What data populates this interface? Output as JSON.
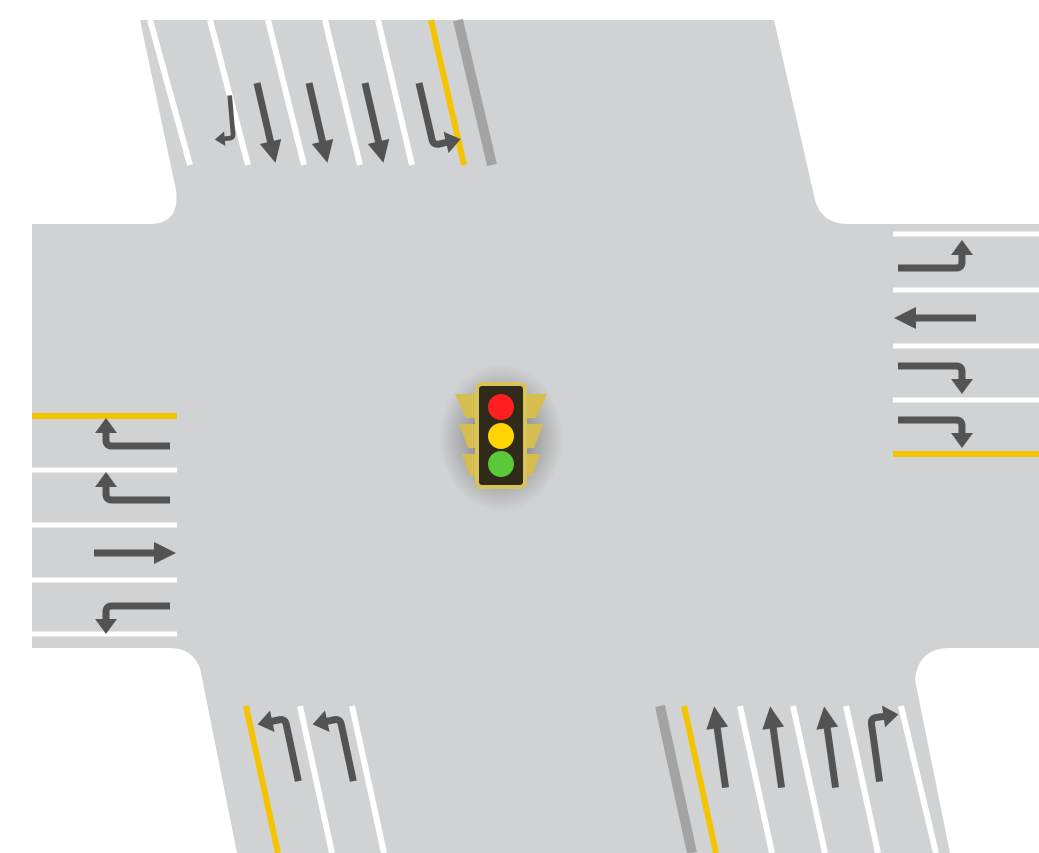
{
  "colors": {
    "background": "#ffffff",
    "road": "#d1d2d3",
    "lane_line": "#ffffff",
    "center_line": "#f5c400",
    "curb_line": "#a3a3a3",
    "arrow": "#535353",
    "signal_housing": "#2f2a1a",
    "signal_frame": "#d8c25a",
    "signal_visor": "#d6bd4f",
    "light_red": "#ff1f1f",
    "light_yellow": "#ffd400",
    "light_green": "#5bc83a"
  },
  "traffic_signal": {
    "icon": "traffic-light-icon",
    "lights": [
      "red",
      "yellow",
      "green"
    ]
  },
  "approaches": {
    "north": {
      "arrows": [
        "left-turn",
        "straight",
        "straight",
        "straight",
        "right-turn"
      ]
    },
    "east": {
      "arrows": [
        "left-turn",
        "straight",
        "right-turn",
        "right-turn"
      ]
    },
    "south_left": {
      "arrows": [
        "left-turn",
        "left-turn"
      ]
    },
    "south_right": {
      "arrows": [
        "straight",
        "straight",
        "straight",
        "right-turn"
      ]
    },
    "west": {
      "arrows": [
        "left-turn",
        "left-turn",
        "straight",
        "right-turn"
      ]
    }
  }
}
